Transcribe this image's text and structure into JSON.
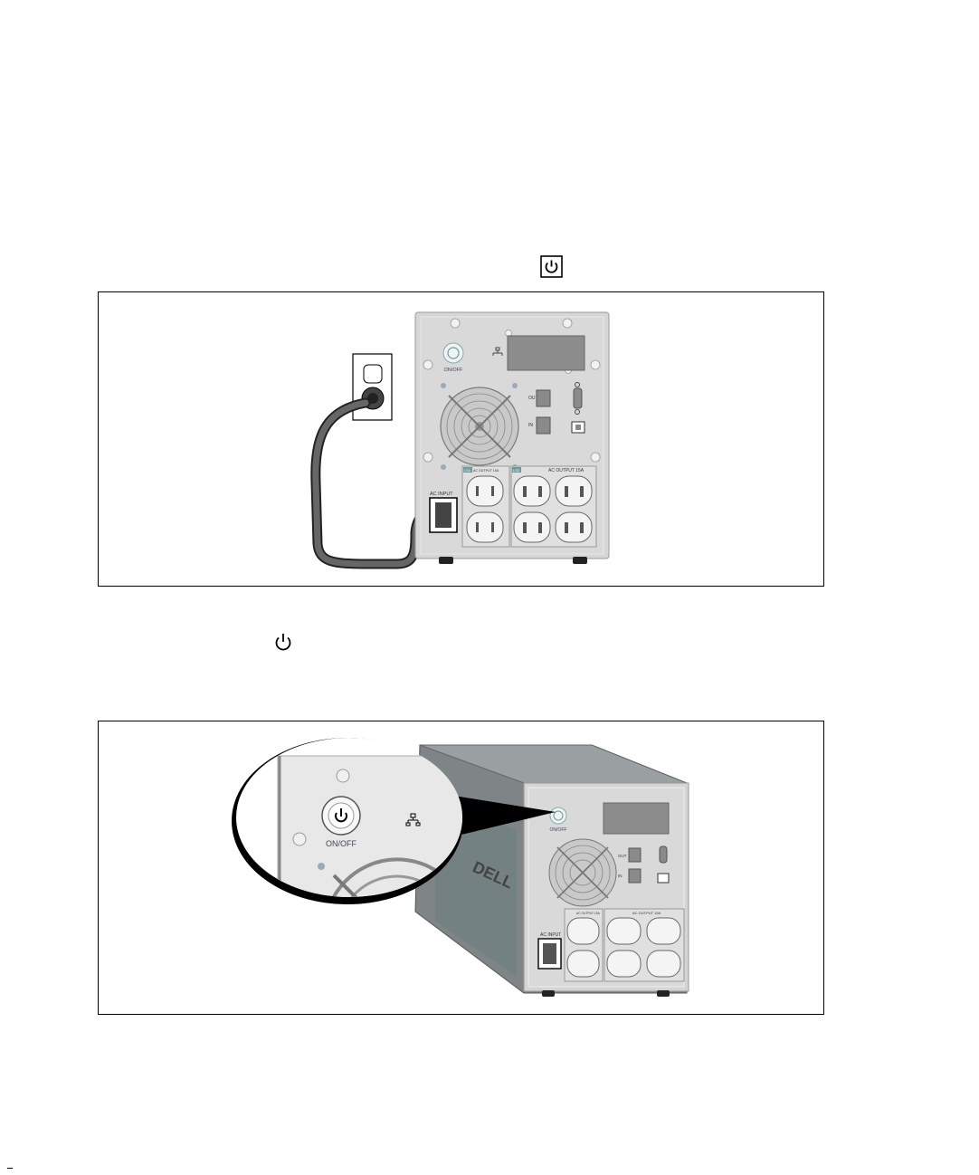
{
  "figure1": {
    "power_button_label": "ON/OFF",
    "ac_input_label": "AC INPUT",
    "port_out_label": "OUT",
    "port_in_label": "IN",
    "group1_badge": "LS1",
    "group1_label": "AC OUTPUT 15A",
    "group2_badge": "LS2",
    "group2_label": "AC OUTPUT 15A"
  },
  "figure2": {
    "zoom_power_label": "ON/OFF",
    "power_button_label": "ON/OFF",
    "ac_input_label": "AC INPUT",
    "port_out_label": "OUT",
    "port_in_label": "IN",
    "group1_label": "AC OUTPUT 15A",
    "group2_label": "AC OUTPUT 15A",
    "brand": "DELL"
  },
  "icons": {
    "inline_power_boxed": "power-icon",
    "inline_power": "power-icon"
  },
  "colors": {
    "panel": "#d4d4d4",
    "panel_dark": "#bdbdbd",
    "chassis": "#7f8487",
    "teal_accent": "#6f9a97",
    "cord": "#555555"
  }
}
